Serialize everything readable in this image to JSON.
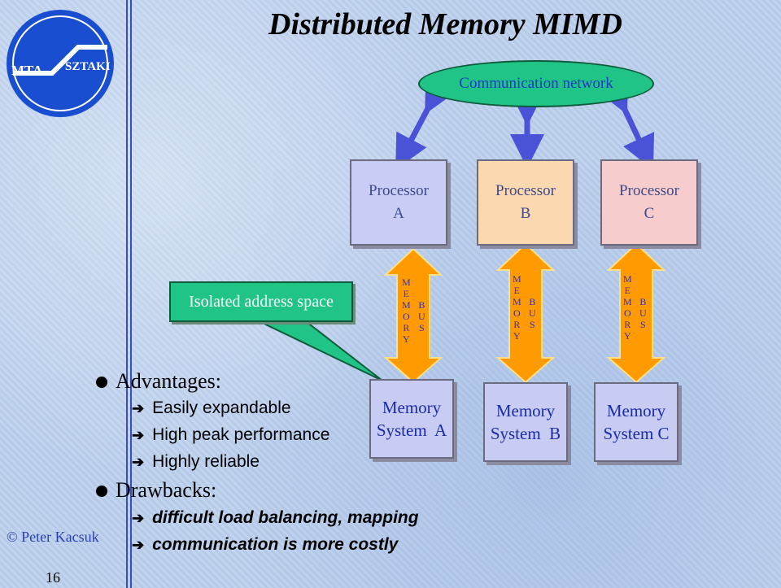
{
  "title": "Distributed Memory MIMD",
  "logo": {
    "text": "MTA SZTAKI",
    "colors": {
      "primary": "#1a4ed0",
      "ring": "#ffffff"
    }
  },
  "network": {
    "label": "Communication network"
  },
  "processors": [
    {
      "line1": "Processor",
      "line2": "A"
    },
    {
      "line1": "Processor",
      "line2": "B"
    },
    {
      "line1": "Processor",
      "line2": "C"
    }
  ],
  "bus": {
    "memory_letters": [
      "M",
      "E",
      "M",
      "O",
      "R",
      "Y"
    ],
    "bus_letters": [
      "B",
      "U",
      "S"
    ]
  },
  "isolated": {
    "label": "Isolated address space"
  },
  "memories": [
    {
      "line1": "Memory",
      "line2": "System  A"
    },
    {
      "line1": "Memory",
      "line2": "System  B"
    },
    {
      "line1": "Memory",
      "line2": "System C"
    }
  ],
  "advantages": {
    "heading": "Advantages:",
    "items": [
      "Easily expandable",
      "High peak performance",
      "Highly reliable"
    ]
  },
  "drawbacks": {
    "heading": "Drawbacks:",
    "items": [
      "difficult load balancing, mapping",
      "communication is more costly"
    ]
  },
  "footer": {
    "copyright": "© Peter Kacsuk",
    "page": "16"
  },
  "colors": {
    "network": "#20c487",
    "arrow": "#4a52d8",
    "bus": "#ff9a00",
    "text_blue": "#1a2aa8"
  }
}
